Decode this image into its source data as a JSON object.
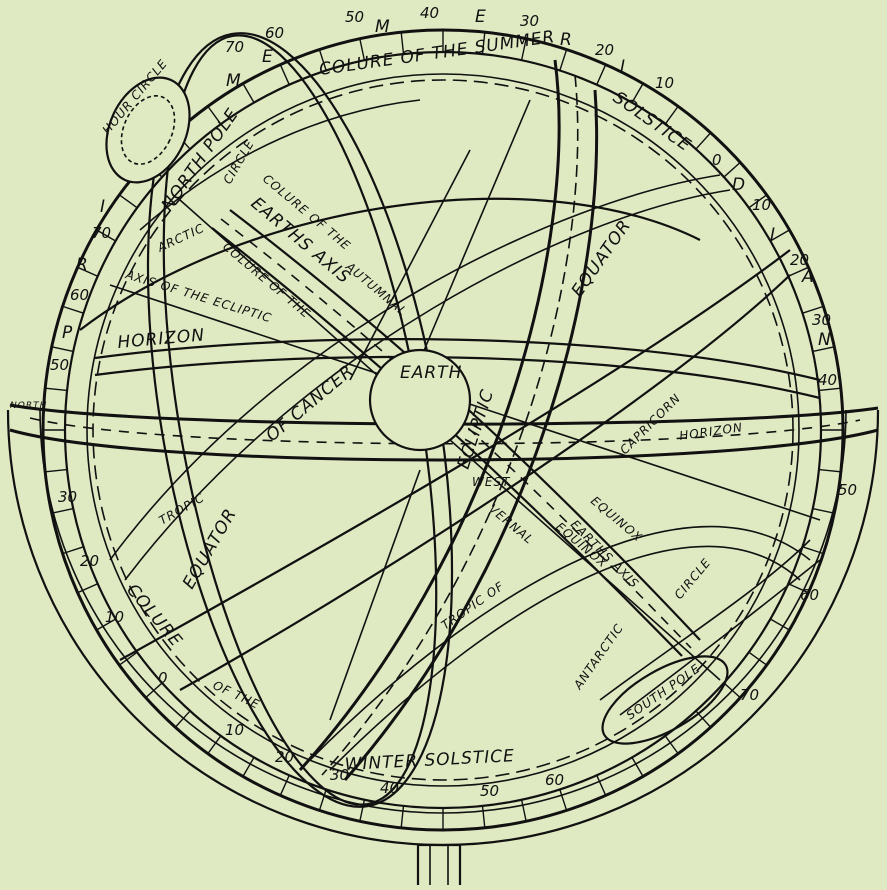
{
  "colors": {
    "background": "#dfe9c2",
    "ink": "#111111"
  },
  "labels": {
    "colure_summer": "COLURE OF THE SUMMER",
    "solstice_top": "SOLSTICE",
    "meridian_letters": [
      "M",
      "E",
      "R",
      "I",
      "D",
      "I",
      "A",
      "N"
    ],
    "prime_letters": [
      "P",
      "R",
      "I",
      "M",
      "E"
    ],
    "hour_circle": "HOUR CIRCLE",
    "north_pole": "NORTH POLE",
    "arctic": "ARCTIC",
    "circle_top": "CIRCLE",
    "colure_of_the": "COLURE OF THE",
    "earths_axis_top": "EARTHS AXIS",
    "colure_of_the_2": "COLURE OF THE",
    "autumnal": "AUTUMNAL",
    "axis_ecliptic": "AXIS OF THE ECLIPTIC",
    "horizon_left": "HORIZON",
    "equator_top": "EQUATOR",
    "earth": "EARTH",
    "ecliptic": "ECLIPTIC",
    "of_cancer": "OF CANCER",
    "capricorn": "CAPRICORN",
    "horizon_right": "HORIZON",
    "tropic_left": "TROPIC",
    "west": "WEST",
    "vernal": "VERNAL",
    "equinox_1": "EQUINOX",
    "equinox_2": "EQUINOX",
    "equator_bottom": "EQUATOR",
    "tropic_of": "TROPIC OF",
    "earths_axis_bottom": "EARTHS AXIS",
    "circle_bottom": "CIRCLE",
    "colure_bottom": "COLURE",
    "antarctic": "ANTARCTIC",
    "of_the": "OF THE",
    "south_pole": "SOUTH POLE",
    "winter_solstice": "WINTER SOLSTICE",
    "north_mark": "NORTH"
  },
  "scale_numbers": {
    "top": [
      "70",
      "60",
      "50",
      "40",
      "30",
      "20",
      "10",
      "0",
      "10",
      "20"
    ],
    "left": [
      "70",
      "60",
      "50",
      "30",
      "20",
      "10",
      "0"
    ],
    "right": [
      "30",
      "40",
      "50",
      "60",
      "70"
    ],
    "bottom": [
      "10",
      "20",
      "30",
      "40",
      "50",
      "60"
    ]
  }
}
